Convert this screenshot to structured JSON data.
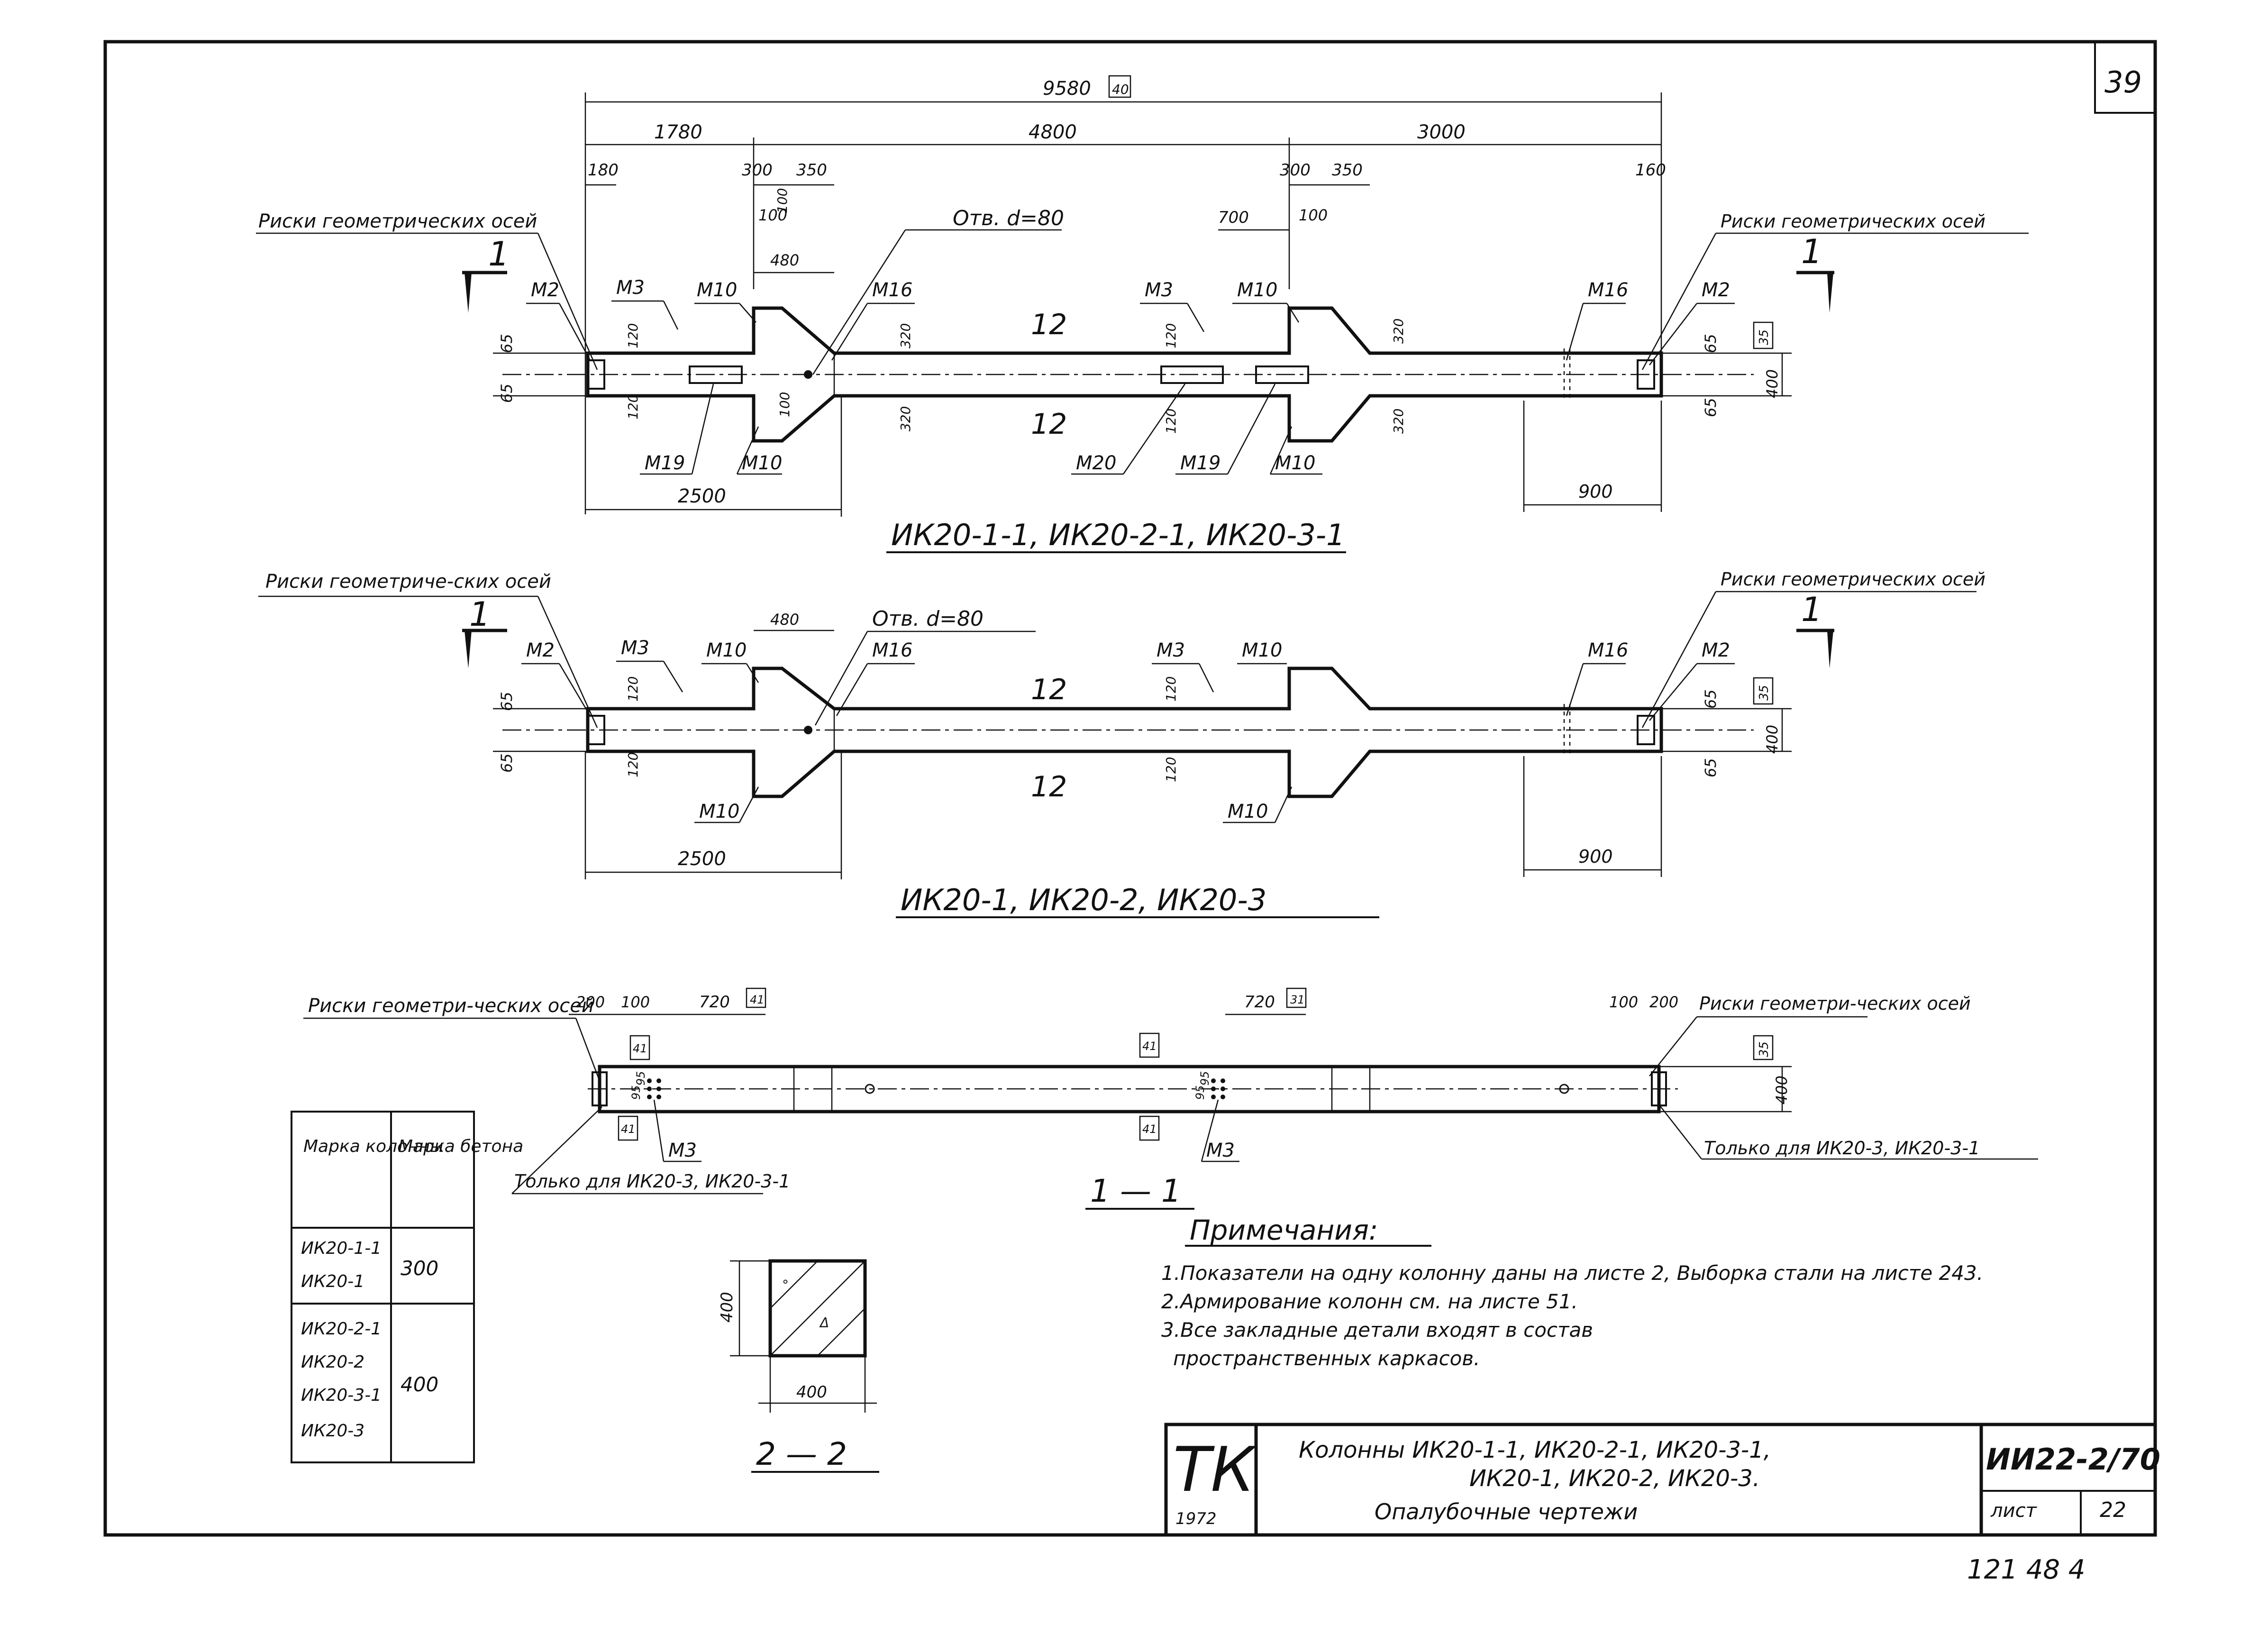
{
  "sheet_number_top": "39",
  "views": {
    "view_a": {
      "title": "ИК20-1-1, ИК20-2-1, ИК20-3-1",
      "total_length": "9580",
      "total_tag": "40",
      "segments": [
        "1780",
        "4800",
        "3000"
      ],
      "dims_top": [
        "180",
        "300",
        "350",
        "300",
        "350",
        "160",
        "100",
        "100",
        "700",
        "480"
      ],
      "hole_label": "Отв. d=80",
      "label_axes_left": "Риски геометрических осей",
      "label_axes_right": "Риски геометрических осей",
      "marks": [
        "М2",
        "М3",
        "М10",
        "М16",
        "М3",
        "М10",
        "М16",
        "М2",
        "М19",
        "М10",
        "М20",
        "М19",
        "М10"
      ],
      "section_mark": "1",
      "width_labels": [
        "12",
        "12"
      ],
      "vertical_dims": [
        "65",
        "65",
        "120",
        "120",
        "320",
        "320",
        "120",
        "120",
        "320",
        "320",
        "65",
        "65",
        "400",
        "100",
        "100"
      ],
      "dim_tag_right": "35",
      "bottom_dims": [
        "2500",
        "900"
      ]
    },
    "view_b": {
      "title": "ИК20-1, ИК20-2, ИК20-3",
      "hole_label": "Отв. d=80",
      "dim_480": "480",
      "label_axes_left": "Риски геометриче-ских осей",
      "label_axes_right": "Риски геометрических осей",
      "marks": [
        "М2",
        "М3",
        "М10",
        "М16",
        "М3",
        "М10",
        "М16",
        "М2",
        "М10",
        "М10"
      ],
      "section_mark": "1",
      "width_labels": [
        "12",
        "12"
      ],
      "vertical_dims": [
        "65",
        "65",
        "120",
        "120",
        "120",
        "120",
        "65",
        "65",
        "400"
      ],
      "dim_tag_right": "35",
      "bottom_dims": [
        "2500",
        "900"
      ]
    },
    "view_c": {
      "title": "1 — 1",
      "label_axes_left": "Риски геометри-ческих осей",
      "label_axes_right": "Риски геометри-ческих осей",
      "dims_left": [
        "200",
        "100",
        "720"
      ],
      "dims_mid": [
        "720"
      ],
      "dims_right": [
        "100",
        "200"
      ],
      "tags": [
        "41",
        "31",
        "41",
        "41",
        "41",
        "41",
        "35"
      ],
      "small_dims": [
        "95",
        "95",
        "95",
        "95"
      ],
      "marks": [
        "М3",
        "М3"
      ],
      "note_left": "Только для ИК20-3, ИК20-3-1",
      "note_right": "Только для ИК20-3, ИК20-3-1",
      "height_dim": "400"
    },
    "section_2_2": {
      "title": "2 — 2",
      "dim_w": "400",
      "dim_h": "400"
    }
  },
  "concrete_table": {
    "headers": [
      "Марка колонны",
      "Марка бетона"
    ],
    "rows": [
      {
        "columns": [
          "ИК20-1-1",
          "ИК20-1"
        ],
        "grade": "300"
      },
      {
        "columns": [
          "ИК20-2-1",
          "ИК20-2",
          "ИК20-3-1",
          "ИК20-3"
        ],
        "grade": "400"
      }
    ]
  },
  "notes": {
    "title": "Примечания:",
    "items": [
      "1.Показатели на одну колонну даны на листе 2, Выборка стали на листе 243.",
      "2.Армирование колонн см. на листе 51.",
      "3.Все закладные детали входят в состав",
      "пространственных каркасов."
    ]
  },
  "title_block": {
    "org": "ТК",
    "year": "1972",
    "desc_line1": "Колонны   ИК20-1-1, ИК20-2-1, ИК20-3-1,",
    "desc_line2": "ИК20-1, ИК20-2, ИК20-3.",
    "desc_line3": "Опалубочные чертежи",
    "series": "ИИ22-2/70",
    "sheet_label": "лист",
    "sheet": "22"
  },
  "archive_number": "121 48   4"
}
